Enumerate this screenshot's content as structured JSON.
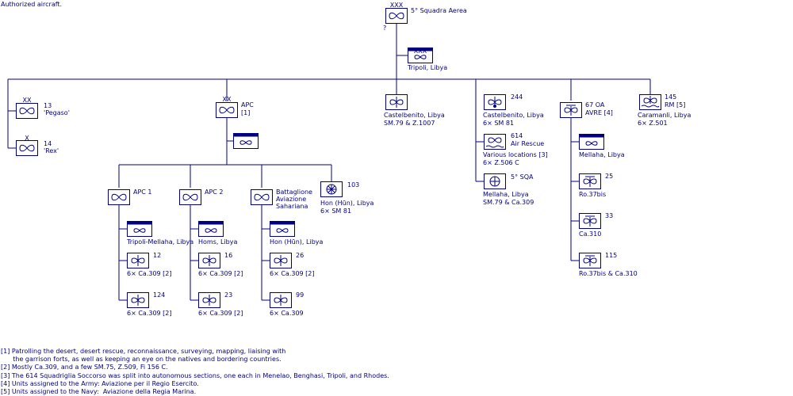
{
  "header_note": "Authorized aircraft.",
  "nodes": {
    "root": {
      "size": "XXX",
      "name": "5° Squadra Aerea",
      "below": "?"
    },
    "hq": {
      "size": "XXX",
      "location": "Tripoli, Libya"
    },
    "g13": {
      "size": "XX",
      "name": "13",
      "sub": "'Pegaso'"
    },
    "g14": {
      "size": "X",
      "name": "14",
      "sub": "'Rex'"
    },
    "apc": {
      "size": "XX",
      "name": "APC",
      "sub": "[1]"
    },
    "castel1": {
      "loc1": "Castelbenito, Libya",
      "loc2": "SM.79 & Z.1007"
    },
    "g244": {
      "name": "244",
      "loc1": "Castelbenito, Libya",
      "loc2": "6× SM 81"
    },
    "g614": {
      "name": "614",
      "name2": "Air Rescue",
      "loc1": "Various locations [3]",
      "loc2": "6× Z.506 C"
    },
    "sqa5": {
      "name": "5° SQA",
      "loc1": "Mellaha, Libya",
      "loc2": "SM.79 & Ca.309"
    },
    "avre": {
      "name": "67 OA",
      "name2": "AVRE [4]"
    },
    "avre_hq": {
      "location": "Mellaha, Libya"
    },
    "s25": {
      "name": "25",
      "loc": "Ro.37bis"
    },
    "s33": {
      "name": "33",
      "loc": "Ca.310"
    },
    "s115": {
      "name": "115",
      "loc": "Ro.37bis & Ca.310"
    },
    "rm145": {
      "name": "145",
      "name2": "RM [5]",
      "loc1": "Caramanli, Libya",
      "loc2": "6× Z.501"
    },
    "apc1": {
      "name": "APC 1"
    },
    "apc2": {
      "name": "APC 2"
    },
    "bas": {
      "name1": "Battaglione",
      "name2": "Aviazione",
      "name3": "Sahariana"
    },
    "b103": {
      "name": "103",
      "loc1": "Hon (Hūn), Libya",
      "loc2": "6× SM 81"
    },
    "apc1_hq": {
      "location": "Tripoli-Mellaha, Libya"
    },
    "apc2_hq": {
      "location": "Homs, Libya"
    },
    "bas_hq": {
      "location": "Hon (Hūn), Libya"
    },
    "s12": {
      "name": "12",
      "loc": "6× Ca.309 [2]"
    },
    "s124": {
      "name": "124",
      "loc": "6× Ca.309 [2]"
    },
    "s16": {
      "name": "16",
      "loc": "6× Ca.309 [2]"
    },
    "s23": {
      "name": "23",
      "loc": "6× Ca.309 [2]"
    },
    "s26": {
      "name": "26",
      "loc": "6× Ca.309 [2]"
    },
    "s99": {
      "name": "99",
      "loc": "6× Ca.309"
    }
  },
  "footnotes": [
    "[1] Patrolling the desert, desert rescue, reconnaissance, surveying, mapping, liaising with",
    "      the garrison forts, as well as keeping an eye on the natives and bordering countries.",
    "[2] Mostly Ca.309, and a few SM.75, Z.509, Fi 156 C.",
    "[3] The 614 Squadriglia Soccorso was split into autonomous sections, one each in Menelao, Benghasi, Tripoli, and Rhodes.",
    "[4] Units assigned to the Army: Aviazione per il Regio Esercito.",
    "[5] Units assigned to the Navy:  Aviazione della Regia Marina."
  ],
  "colors": {
    "ink": "#000080",
    "background": "#ffffff"
  }
}
